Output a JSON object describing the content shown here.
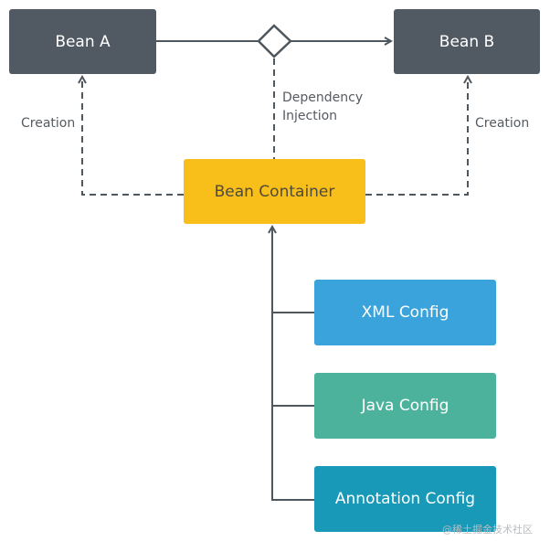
{
  "nodes": {
    "bean_a": "Bean A",
    "bean_b": "Bean B",
    "bean_container": "Bean Container",
    "xml_config": "XML Config",
    "java_config": "Java Config",
    "annotation_config": "Annotation Config"
  },
  "edges": {
    "creation_left": "Creation",
    "creation_right": "Creation",
    "dependency_injection_line1": "Dependency",
    "dependency_injection_line2": "Injection"
  },
  "colors": {
    "bean_box": "#515a63",
    "container": "#f8bf1b",
    "xml_config": "#3aa3dc",
    "java_config": "#4cb29b",
    "annotation_config": "#1999b8",
    "line": "#4f575e"
  },
  "watermark": "@稀土掘金技术社区"
}
